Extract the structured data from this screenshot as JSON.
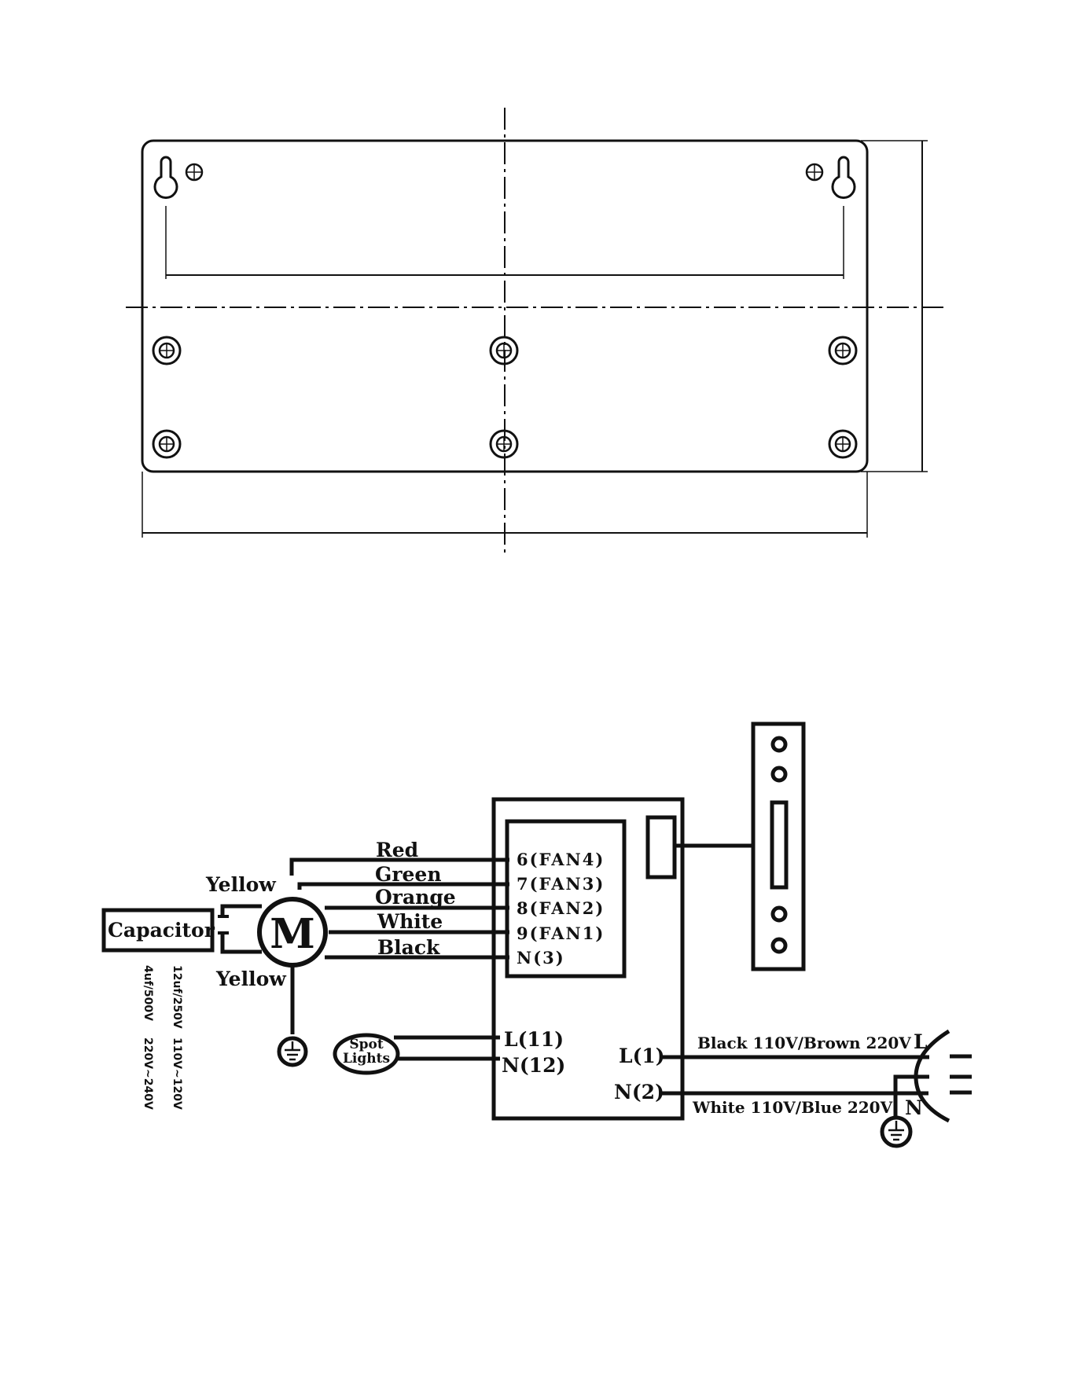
{
  "wiring": {
    "capacitor_label": "Capacitor",
    "capacitor_specs": [
      "4uf/500V",
      "12uf/250V",
      "220V~240V",
      "110V~120V"
    ],
    "motor_label": "M",
    "yellow_top": "Yellow",
    "yellow_bottom": "Yellow",
    "wire_colors": [
      "Red",
      "Green",
      "Orange",
      "White",
      "Black"
    ],
    "terminals": [
      "6(FAN4)",
      "7(FAN3)",
      "8(FAN2)",
      "9(FAN1)",
      "N(3)"
    ],
    "spot_lights": [
      "Spot",
      "Lights"
    ],
    "light_terminals": [
      "L(11)",
      "N(12)"
    ],
    "power_terminals": [
      "L(1)",
      "N(2)"
    ],
    "line_wire": "Black 110V/Brown 220V",
    "neutral_wire": "White 110V/Blue 220V",
    "plug_L": "L",
    "plug_N": "N"
  }
}
